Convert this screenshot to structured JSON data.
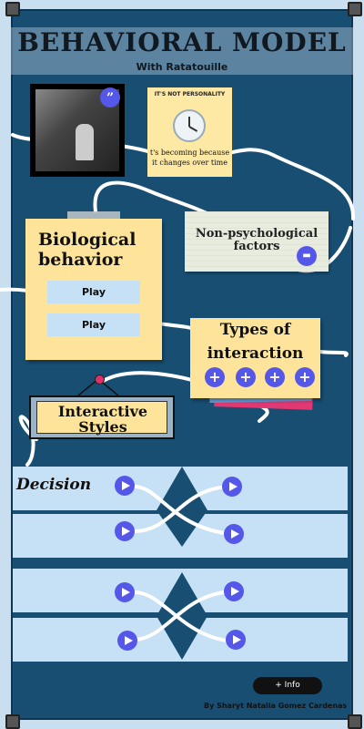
{
  "header": {
    "title": "BEHAVIORAL MODEL",
    "subtitle": "With Ratatouille"
  },
  "photo_card": {
    "quote_icon": "quote-icon",
    "quote_glyph": "”"
  },
  "note_personality": {
    "top_text": "IT'S NOT PERSONALITY",
    "bottom_text": "t's becoming because it changes over time",
    "icon": "clock-icon"
  },
  "biological": {
    "title": "Biological behavior",
    "buttons": [
      {
        "label": "Play"
      },
      {
        "label": "Play"
      }
    ]
  },
  "non_psychological": {
    "title": "Non-psychological factors",
    "icon": "folder-icon",
    "icon_glyph": "▬"
  },
  "types_of_interaction": {
    "title": "Types of interaction",
    "plus_buttons": [
      "+",
      "+",
      "+",
      "+"
    ]
  },
  "interactive_styles": {
    "title": "Interactive Styles"
  },
  "decision": {
    "title": "Decision"
  },
  "footer": {
    "info_label": "+ Info",
    "author": "By Sharyt Natalia Gomez Cardenas"
  },
  "colors": {
    "board": "#184e72",
    "note_yellow": "#fde49a",
    "accent_button": "#5557e8",
    "light_blue": "#c6e0f5",
    "pink": "#e03873"
  }
}
